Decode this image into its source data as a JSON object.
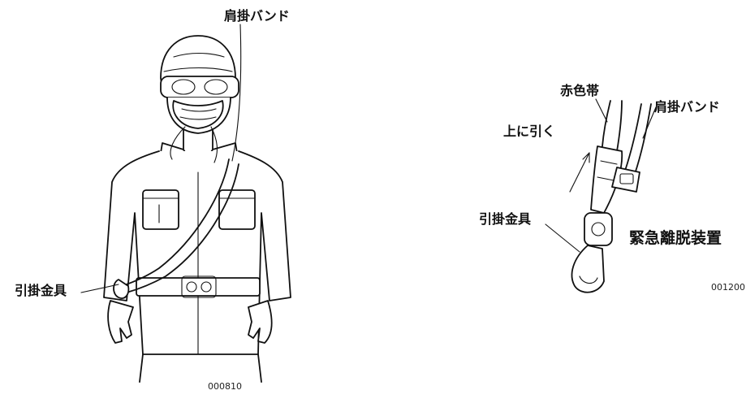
{
  "figure_left": {
    "label_shoulder_band": "肩掛バンド",
    "label_hook_fitting": "引掛金具",
    "code": "000810"
  },
  "figure_right": {
    "label_red_strap": "赤色帯",
    "label_pull_up": "上に引く",
    "label_shoulder_band": "肩掛バンド",
    "label_hook_fitting": "引掛金具",
    "label_emergency_release": "緊急離脱装置",
    "code": "001200"
  }
}
